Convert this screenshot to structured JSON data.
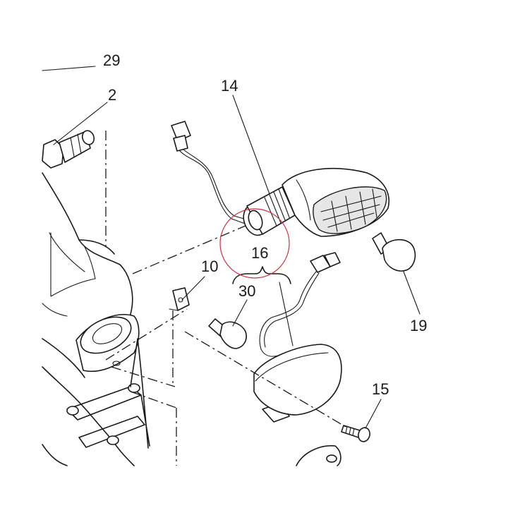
{
  "callouts": [
    {
      "id": "p29",
      "label": "29"
    },
    {
      "id": "p2",
      "label": "2"
    },
    {
      "id": "p14",
      "label": "14"
    },
    {
      "id": "p16",
      "label": "16"
    },
    {
      "id": "p10",
      "label": "10"
    },
    {
      "id": "p30",
      "label": "30"
    },
    {
      "id": "p19",
      "label": "19"
    },
    {
      "id": "p15",
      "label": "15"
    }
  ],
  "colors": {
    "line": "#1a1a1a",
    "highlight": "#d0303a",
    "background": "#ffffff"
  }
}
